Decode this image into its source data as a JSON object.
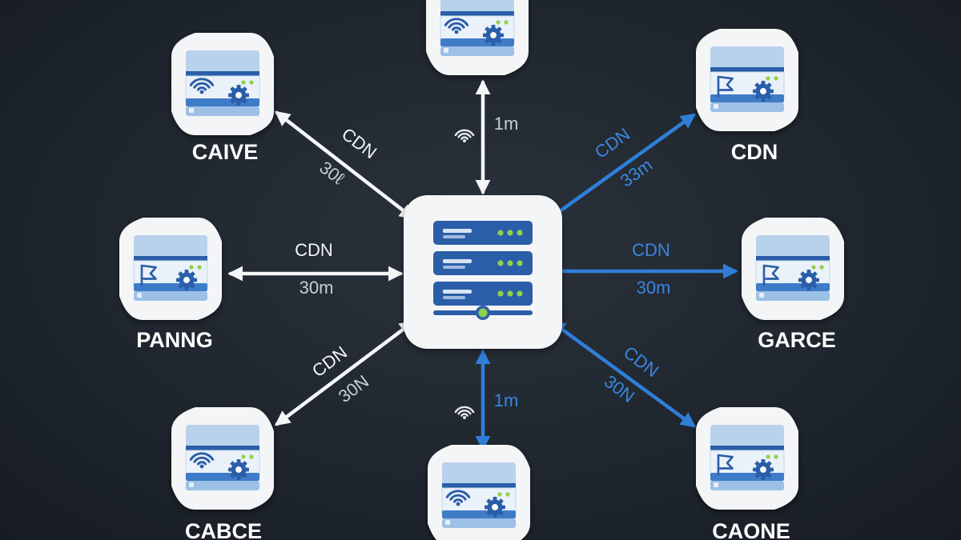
{
  "colors": {
    "background": "#1f262e",
    "tile_fill": "#f4f5f7",
    "server_blue": "#2b5ea8",
    "server_light": "#b9d2ec",
    "arrow_white": "#f5f6f8",
    "arrow_blue": "#2f7fd8",
    "led_green": "#8fd14f"
  },
  "hub": {
    "icon": "server-rack-icon"
  },
  "nodes": [
    {
      "id": "top",
      "label": "",
      "badge_icon": "wifi-icon"
    },
    {
      "id": "top-left",
      "label": "CAIVE",
      "badge_icon": "wifi-icon"
    },
    {
      "id": "top-right",
      "label": "CDN",
      "badge_icon": "flag-icon"
    },
    {
      "id": "left",
      "label": "PANNG",
      "badge_icon": "flag-icon"
    },
    {
      "id": "right",
      "label": "GARCE",
      "badge_icon": "flag-icon"
    },
    {
      "id": "bottom-left",
      "label": "CABCE",
      "badge_icon": "wifi-icon"
    },
    {
      "id": "bottom",
      "label": "",
      "badge_icon": "wifi-icon"
    },
    {
      "id": "bottom-right",
      "label": "CAONE",
      "badge_icon": "flag-icon"
    }
  ],
  "edges": [
    {
      "target": "top",
      "style": "white",
      "direction": "both",
      "label": "",
      "value": "1m",
      "icon": "wifi-icon"
    },
    {
      "target": "top-left",
      "style": "white",
      "direction": "both",
      "label": "CDN",
      "value": "30ℓ"
    },
    {
      "target": "top-right",
      "style": "blue",
      "direction": "to-target",
      "label": "CDN",
      "value": "33m"
    },
    {
      "target": "left",
      "style": "white",
      "direction": "both",
      "label": "CDN",
      "value": "30m"
    },
    {
      "target": "right",
      "style": "blue",
      "direction": "to-target",
      "label": "CDN",
      "value": "30m"
    },
    {
      "target": "bottom-left",
      "style": "white",
      "direction": "both",
      "label": "CDN",
      "value": "30N"
    },
    {
      "target": "bottom",
      "style": "blue",
      "direction": "both",
      "label": "",
      "value": "1m",
      "icon": "wifi-icon"
    },
    {
      "target": "bottom-right",
      "style": "blue",
      "direction": "both",
      "label": "CDN",
      "value": "30N"
    }
  ]
}
